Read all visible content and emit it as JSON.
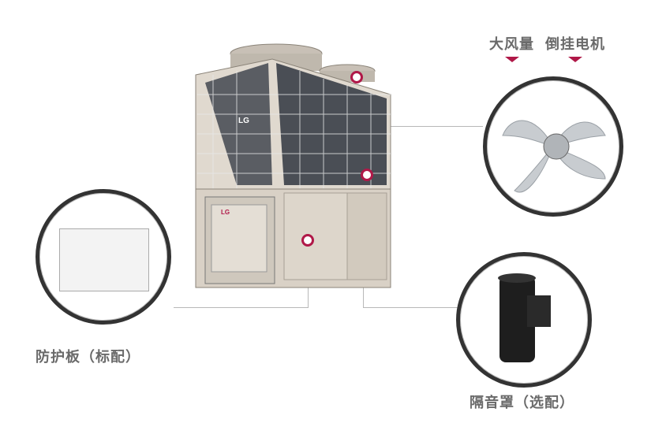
{
  "features": {
    "fan_title_1": "大风量",
    "fan_title_2": "倒挂电机",
    "guard_panel": "防护板（标配）",
    "sound_cover": "隔音罩（选配）"
  },
  "brand": "LG",
  "colors": {
    "accent": "#b01848",
    "text": "#6a6a6a",
    "unit_body": "#d9d1c6"
  }
}
